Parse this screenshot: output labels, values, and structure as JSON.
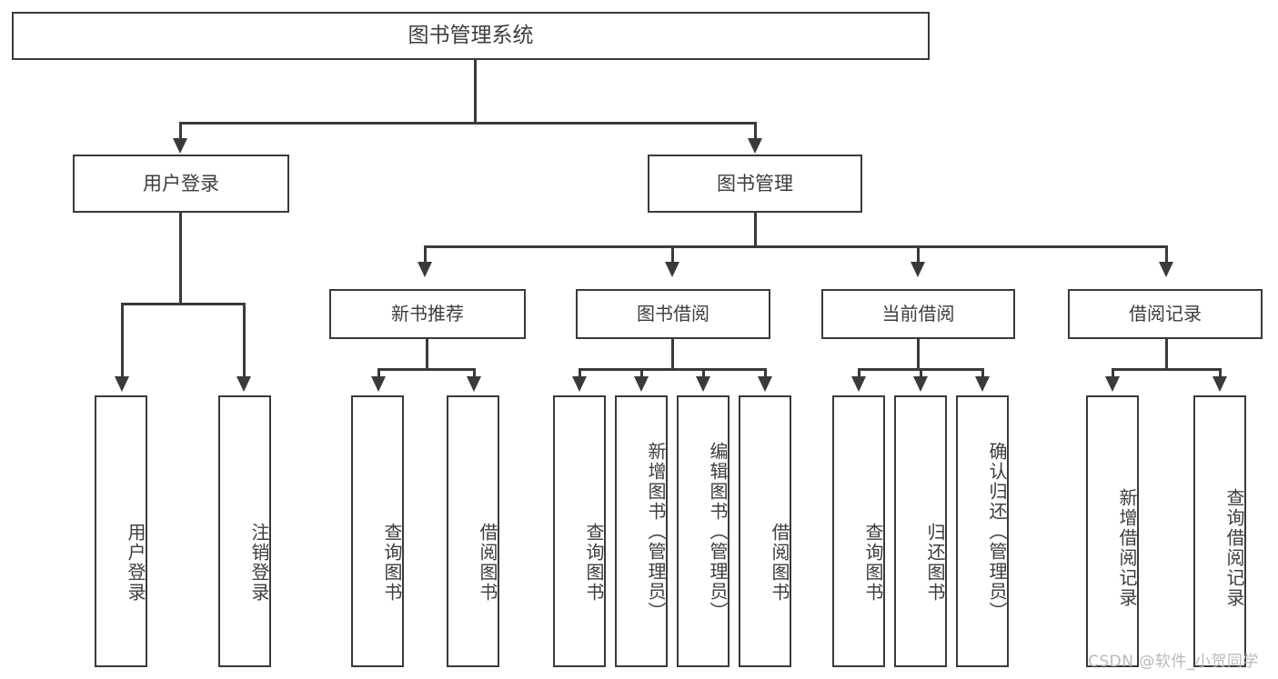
{
  "diagram": {
    "type": "tree-hierarchy-chart",
    "title": "图书管理系统",
    "colors": {
      "background": "#ffffff",
      "box_border": "#3a3a3a",
      "box_fill": "#ffffff",
      "connector": "#3a3a3a",
      "text": "#3d3d3d",
      "watermark": "#b9b9b9"
    },
    "root": {
      "label": "图书管理系统"
    },
    "level2": [
      {
        "id": "user-login",
        "label": "用户登录"
      },
      {
        "id": "book-management",
        "label": "图书管理"
      }
    ],
    "level3": [
      {
        "id": "new-book-recommend",
        "label": "新书推荐",
        "parent": "book-management"
      },
      {
        "id": "book-borrow",
        "label": "图书借阅",
        "parent": "book-management"
      },
      {
        "id": "current-borrow",
        "label": "当前借阅",
        "parent": "book-management"
      },
      {
        "id": "borrow-record",
        "label": "借阅记录",
        "parent": "book-management"
      }
    ],
    "leaves": {
      "user_login": [
        {
          "id": "leaf-user-login",
          "label": "用户登录"
        },
        {
          "id": "leaf-logout-login",
          "label": "注销登录"
        }
      ],
      "new_book_recommend": [
        {
          "id": "leaf-query-book-1",
          "label": "查询图书"
        },
        {
          "id": "leaf-borrow-book-1",
          "label": "借阅图书"
        }
      ],
      "book_borrow": [
        {
          "id": "leaf-query-book-2",
          "label": "查询图书"
        },
        {
          "id": "leaf-add-book",
          "label": "新增图书（管理员）"
        },
        {
          "id": "leaf-edit-book",
          "label": "编辑图书（管理员）"
        },
        {
          "id": "leaf-borrow-book-2",
          "label": "借阅图书"
        }
      ],
      "current_borrow": [
        {
          "id": "leaf-query-book-3",
          "label": "查询图书"
        },
        {
          "id": "leaf-return-book",
          "label": "归还图书"
        },
        {
          "id": "leaf-confirm-return",
          "label": "确认归还（管理员）"
        }
      ],
      "borrow_record": [
        {
          "id": "leaf-add-record",
          "label": "新增借阅记录"
        },
        {
          "id": "leaf-query-record",
          "label": "查询借阅记录"
        }
      ]
    },
    "watermark": "CSDN @软件_小贺同学"
  }
}
